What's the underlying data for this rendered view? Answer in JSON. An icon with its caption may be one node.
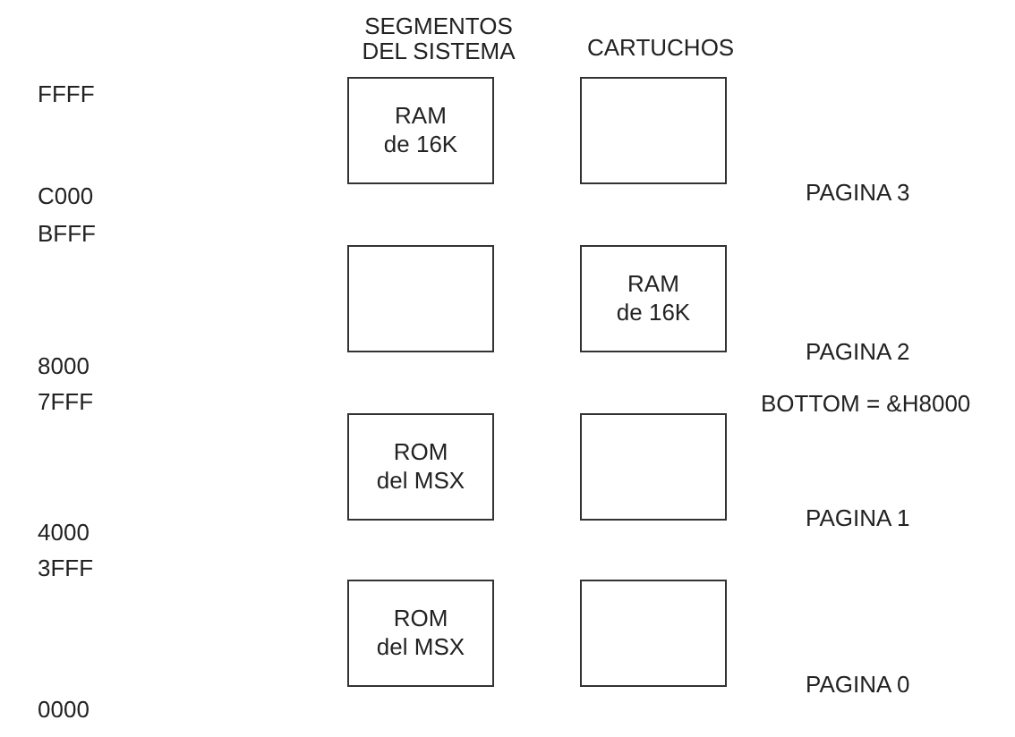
{
  "diagram": {
    "nodes": [
      {
        "text": [
          "RAM de 16K"
        ]
      },
      {
        "text": [],
        "shape": "box"
      },
      {
        "text": [],
        "shape": "box"
      },
      {
        "text": [
          "RAM de 16K"
        ]
      },
      {
        "text": [
          "ROM del MSX"
        ]
      },
      {
        "text": [],
        "shape": "box"
      },
      {
        "text": [
          "ROM del MSX"
        ]
      },
      {
        "text": [],
        "shape": "box"
      }
    ],
    "edges": [],
    "labels": [
      "SEGMENTOS DEL SISTEMA",
      "CARTUCHOS",
      "FFFF",
      "PAGINA 3",
      "C000",
      "BFFF",
      "PAGINA 2",
      "8000",
      "BOTTOM = &H8000",
      "7FFF",
      "PAGINA 1",
      "4000",
      "3FFF",
      "PAGINA 0",
      "0000"
    ]
  }
}
